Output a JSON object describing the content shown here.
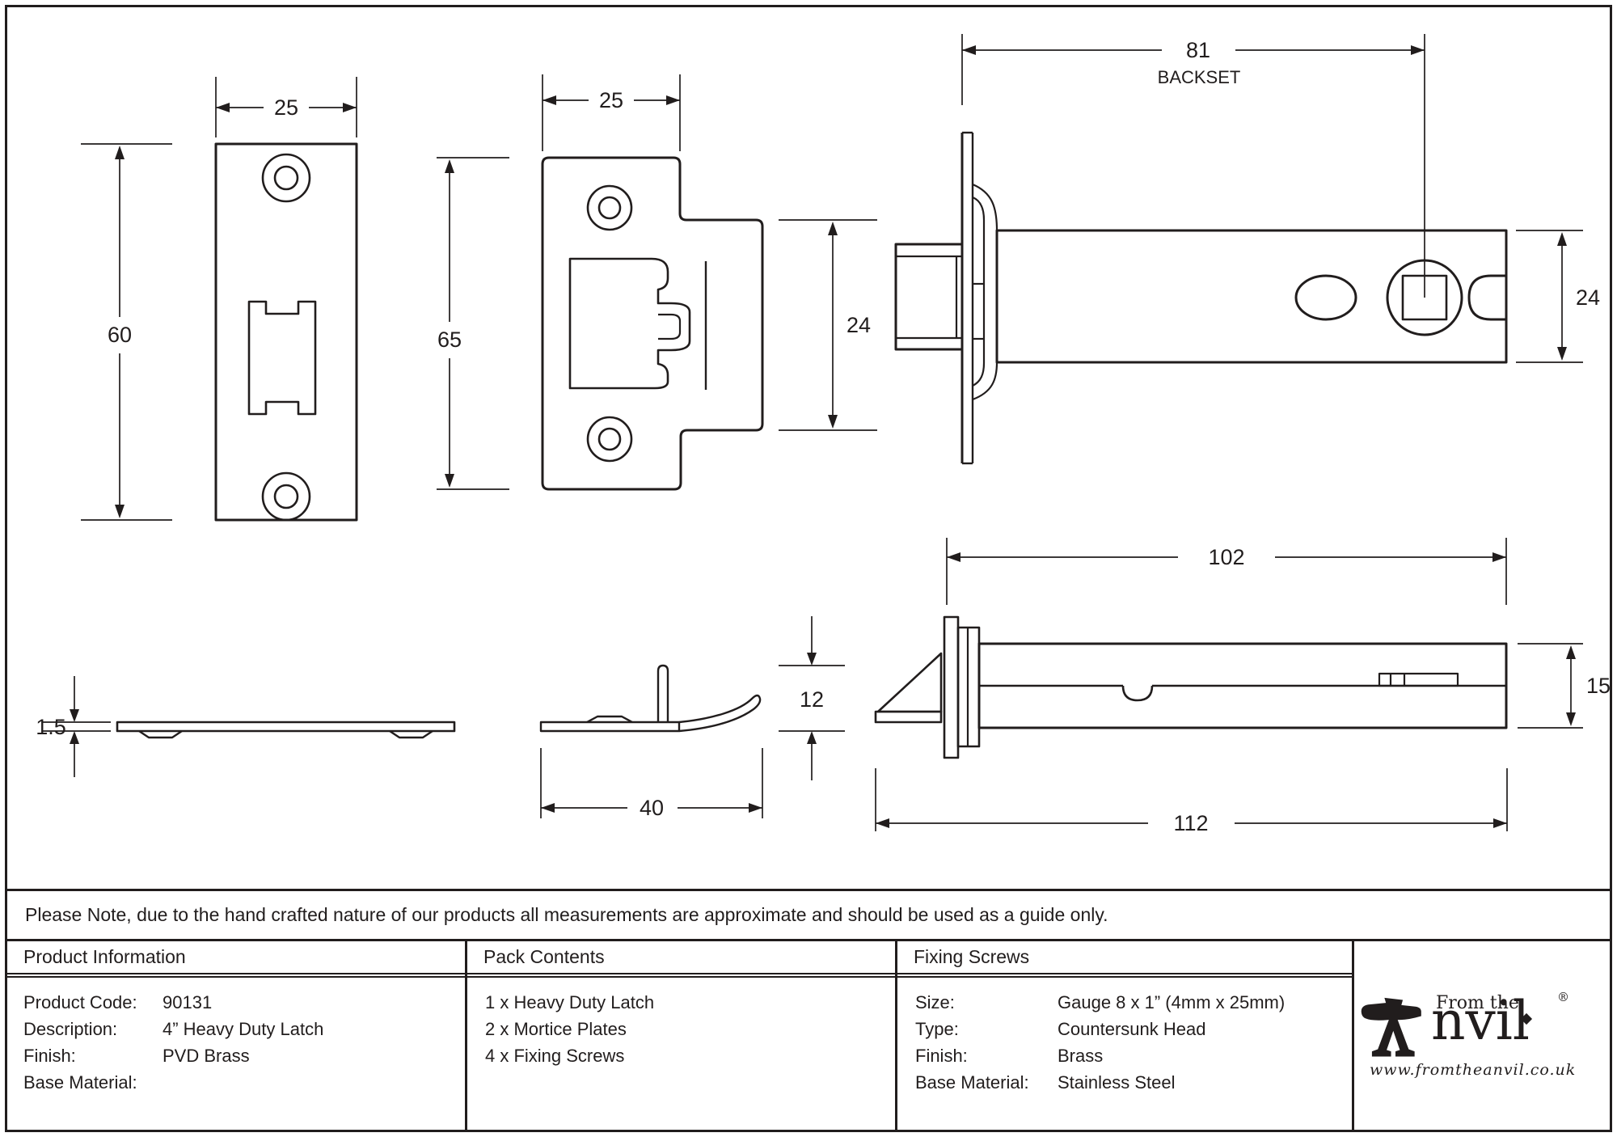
{
  "note": "Please Note, due to the hand crafted nature of our products all measurements are approximate and should be used as a guide only.",
  "table": {
    "product_information": {
      "header": "Product Information",
      "rows": [
        {
          "label": "Product Code:",
          "value": "90131"
        },
        {
          "label": "Description:",
          "value": "4” Heavy Duty Latch"
        },
        {
          "label": "Finish:",
          "value": "PVD Brass"
        },
        {
          "label": "Base Material:",
          "value": ""
        }
      ]
    },
    "pack_contents": {
      "header": "Pack Contents",
      "items": [
        "1 x Heavy Duty Latch",
        "2 x Mortice Plates",
        "4 x Fixing Screws"
      ]
    },
    "fixing_screws": {
      "header": "Fixing Screws",
      "rows": [
        {
          "label": "Size:",
          "value": "Gauge 8 x 1” (4mm x 25mm)"
        },
        {
          "label": "Type:",
          "value": "Countersunk Head"
        },
        {
          "label": "Finish:",
          "value": "Brass"
        },
        {
          "label": "Base Material:",
          "value": "Stainless Steel"
        }
      ]
    }
  },
  "logo": {
    "from_the": "From the",
    "anvil_word": "nvil",
    "registered": "®",
    "url": "www.fromtheanvil.co.uk"
  },
  "drawings": {
    "faceplate_front": {
      "width_dim": "25",
      "height_dim": "60"
    },
    "strike_plate_front": {
      "width_dim": "25",
      "height_dim": "65",
      "lip_dim": "24"
    },
    "latch_front": {
      "backset_dim": "81",
      "backset_label": "BACKSET",
      "height_dim": "24"
    },
    "faceplate_side": {
      "thickness_dim": "1.5"
    },
    "strike_plate_side": {
      "width_dim": "40",
      "height_dim": "12"
    },
    "latch_side": {
      "body_dim": "102",
      "height_dim": "15",
      "total_dim": "112"
    }
  },
  "colors": {
    "line": "#211d1d",
    "background": "#ffffff"
  }
}
